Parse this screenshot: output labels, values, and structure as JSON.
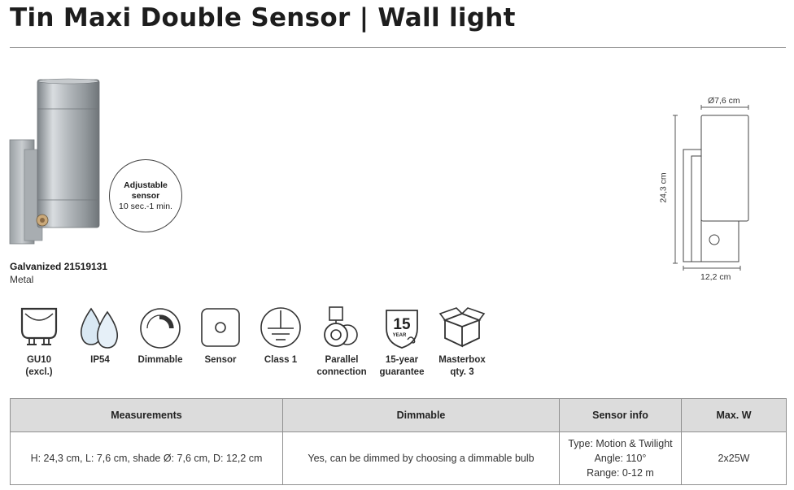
{
  "title": "Tin Maxi Double Sensor | Wall light",
  "product": {
    "variant_name": "Galvanized 21519131",
    "material": "Metal",
    "callout": {
      "line1": "Adjustable",
      "line2": "sensor",
      "line3": "10 sec.-1 min."
    }
  },
  "dimensions": {
    "shade_diameter": "Ø7,6 cm",
    "height": "24,3 cm",
    "depth": "12,2 cm"
  },
  "features": [
    {
      "icon": "gu10-bulb-icon",
      "label": "GU10\n(excl.)"
    },
    {
      "icon": "ip54-droplets-icon",
      "label": "IP54"
    },
    {
      "icon": "dimmable-icon",
      "label": "Dimmable"
    },
    {
      "icon": "sensor-icon",
      "label": "Sensor"
    },
    {
      "icon": "class-1-ground-icon",
      "label": "Class 1"
    },
    {
      "icon": "parallel-connection-icon",
      "label": "Parallel\nconnection"
    },
    {
      "icon": "guarantee-shield-icon",
      "label": "15-year\nguarantee",
      "badge_number": "15",
      "badge_text": "YEAR"
    },
    {
      "icon": "masterbox-icon",
      "label": "Masterbox\nqty. 3"
    }
  ],
  "spec_table": {
    "headers": [
      "Measurements",
      "Dimmable",
      "Sensor info",
      "Max. W"
    ],
    "row": {
      "measurements": "H: 24,3 cm, L: 7,6 cm, shade Ø: 7,6 cm, D: 12,2 cm",
      "dimmable": "Yes, can be dimmed by choosing a dimmable bulb",
      "sensor_info": [
        "Type: Motion & Twilight",
        "Angle: 110°",
        "Range: 0-12 m"
      ],
      "max_w": "2x25W"
    }
  },
  "colors": {
    "text": "#1d1d1d",
    "table_header_bg": "#dcdcdc",
    "border": "#8f8f8f"
  }
}
